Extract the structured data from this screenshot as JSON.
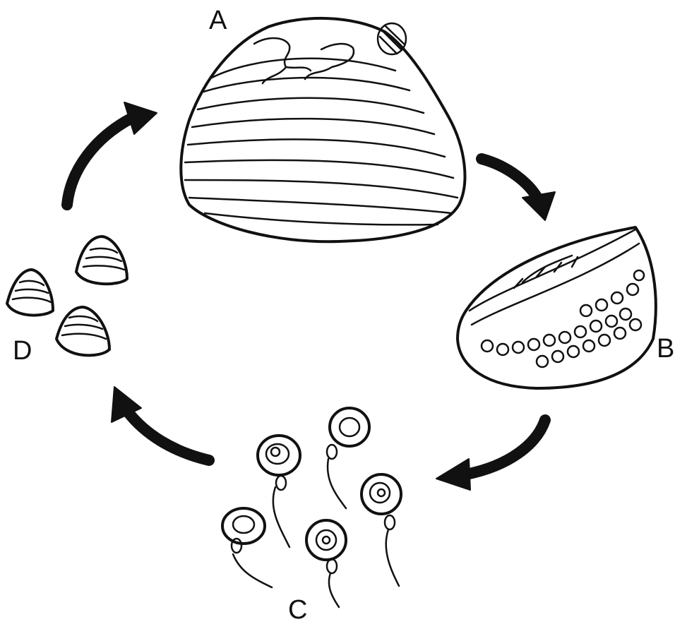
{
  "diagram": {
    "stages": [
      {
        "id": "A",
        "label": "A"
      },
      {
        "id": "B",
        "label": "B"
      },
      {
        "id": "C",
        "label": "C"
      },
      {
        "id": "D",
        "label": "D"
      }
    ]
  }
}
